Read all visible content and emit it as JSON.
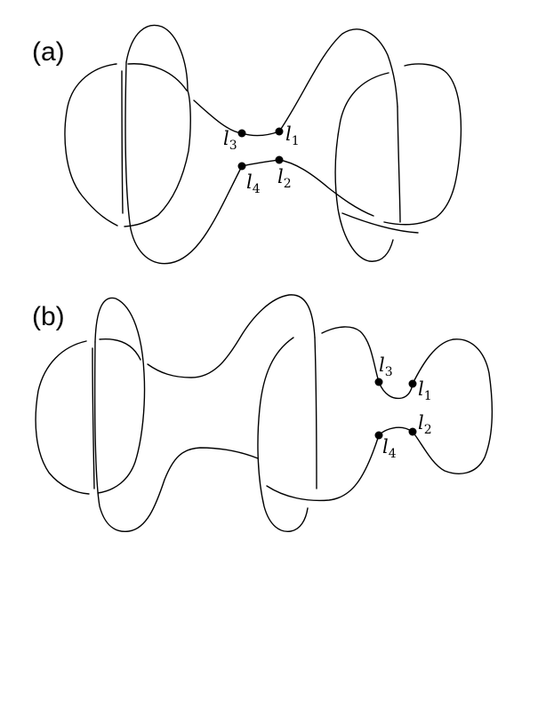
{
  "panels": [
    {
      "label": "(a)",
      "points": [
        {
          "name": "l",
          "sub": "3"
        },
        {
          "name": "l",
          "sub": "1"
        },
        {
          "name": "l",
          "sub": "4"
        },
        {
          "name": "l",
          "sub": "2"
        }
      ]
    },
    {
      "label": "(b)",
      "points": [
        {
          "name": "l",
          "sub": "3"
        },
        {
          "name": "l",
          "sub": "1"
        },
        {
          "name": "l",
          "sub": "4"
        },
        {
          "name": "l",
          "sub": "2"
        }
      ]
    }
  ]
}
